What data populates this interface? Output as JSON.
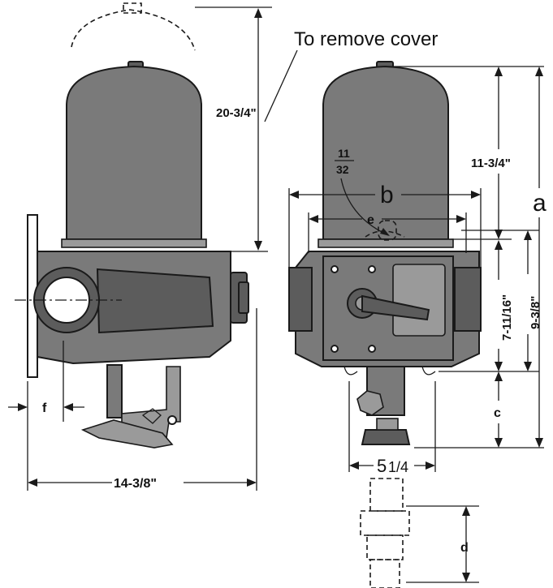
{
  "labels": {
    "remove_cover": "To remove cover",
    "overall_height": "20-3/4\"",
    "cover_height": "11-3/4\"",
    "a": "a",
    "b": "b",
    "e": "e",
    "c": "c",
    "d": "d",
    "f": "f",
    "fraction_num": "11",
    "fraction_den": "32",
    "body_height": "7-11/16\"",
    "mount_height": "9-3/8\"",
    "base_width_whole": "5",
    "base_width_frac": "1/4",
    "overall_width": "14-3/8\""
  },
  "colors": {
    "ink": "#1a1a1a",
    "body_fill": "#7a7a7a",
    "dark_fill": "#5c5c5c",
    "background": "#ffffff"
  }
}
